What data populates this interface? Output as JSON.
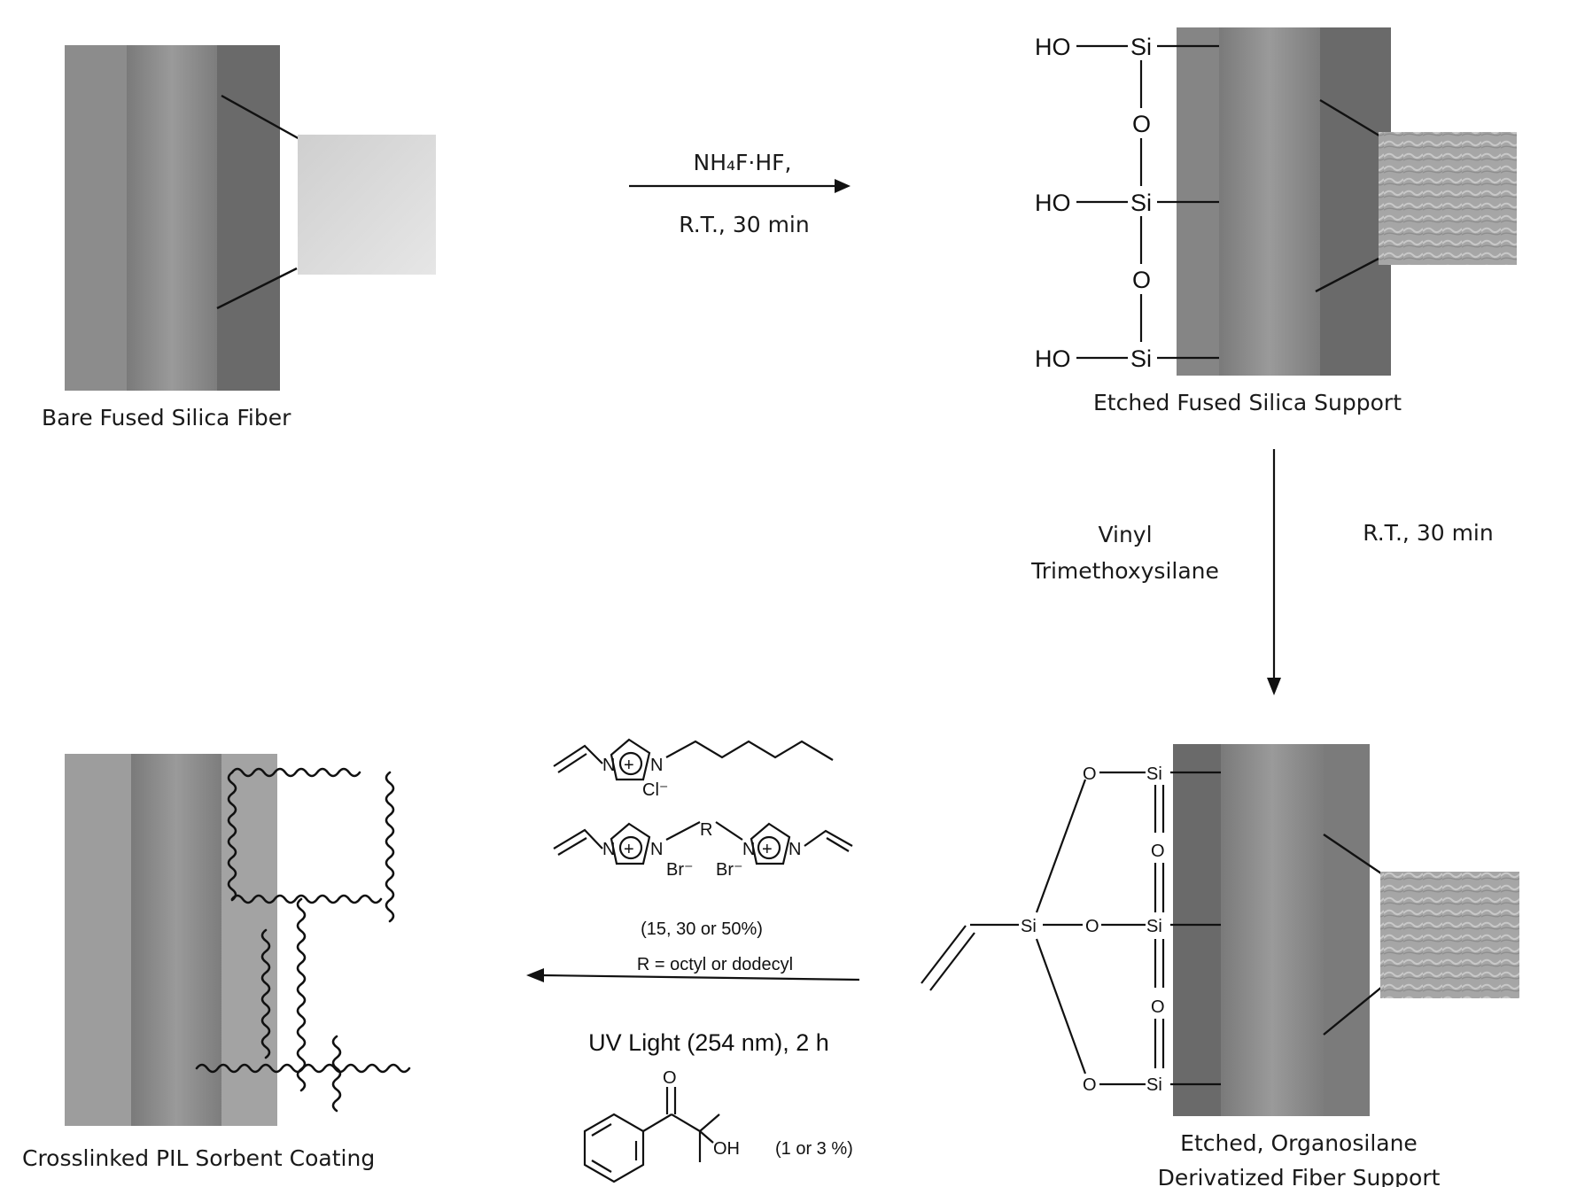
{
  "panels": {
    "bare": {
      "caption": "Bare Fused Silica Fiber"
    },
    "etched": {
      "caption": "Etched Fused Silica Support"
    },
    "derivatized": {
      "caption_line1": "Etched, Organosilane",
      "caption_line2": "Derivatized Fiber Support"
    },
    "crosslinked": {
      "caption": "Crosslinked PIL Sorbent Coating"
    }
  },
  "steps": {
    "step1": {
      "reagent": "NH₄F·HF,",
      "conditions": "R.T., 30 min"
    },
    "step2": {
      "reagent_line1": "Vinyl",
      "reagent_line2": "Trimethoxysilane",
      "conditions": "R.T., 30 min"
    },
    "step3": {
      "counter_ion_cl": "Cl⁻",
      "r_label": "R",
      "br_label_left": "Br⁻",
      "br_label_right": "Br⁻",
      "crosslinker_percent": "(15, 30 or 50%)",
      "r_definition": "R = octyl or dodecyl",
      "conditions": "UV Light (254 nm), 2 h",
      "initiator_oh": "OH",
      "initiator_o": "O",
      "initiator_percent": "(1 or 3 %)"
    }
  },
  "chem_labels": {
    "ho": "HO",
    "si": "Si",
    "o": "O",
    "n": "N",
    "plus": "+"
  },
  "colors": {
    "micrograph_dark": "#6f6f6f",
    "micrograph_light": "#9b9b9b",
    "fiber": "#8a8a8a",
    "inset_bare": "#dcdcdc",
    "inset_textured": "#a8a8a8"
  }
}
